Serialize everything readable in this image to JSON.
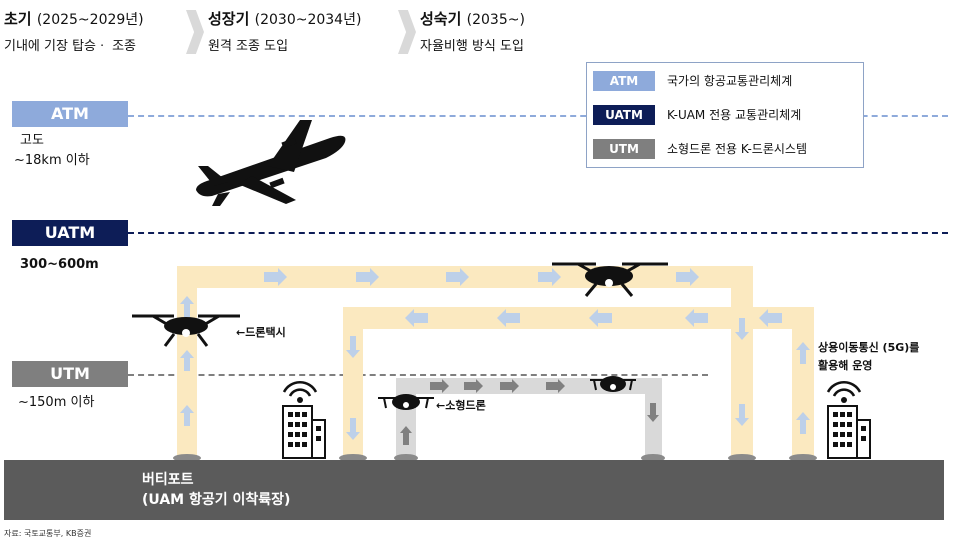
{
  "phases": [
    {
      "title": "초기",
      "years": "(2025~2029년)",
      "desc": "기내에 기장 탑승ㆍ 조종"
    },
    {
      "title": "성장기",
      "years": "(2030~2034년)",
      "desc": "원격 조종 도입"
    },
    {
      "title": "성숙기",
      "years": "(2035~)",
      "desc": "자율비행 방식 도입"
    }
  ],
  "altitudes": {
    "atm": {
      "tag": "ATM",
      "label1": "고도",
      "label2": "~18km 이하"
    },
    "uatm": {
      "tag": "UATM",
      "label1": "300~600m"
    },
    "utm": {
      "tag": "UTM",
      "label1": "~150m 이하"
    }
  },
  "legend": [
    {
      "tag": "ATM",
      "label": "국가의 항공교통관리체계",
      "color": "#8eaadb"
    },
    {
      "tag": "UATM",
      "label": "K-UAM 전용 교통관리체계",
      "color": "#0d1d57"
    },
    {
      "tag": "UTM",
      "label": "소형드론 전용 K-드론시스템",
      "color": "#7f7f7f"
    }
  ],
  "notes": {
    "drone_taxi": "←드론택시",
    "small_drone": "←소형드론",
    "comm_line1": "상용이동통신 (5G)를",
    "comm_line2": "활용해 운영"
  },
  "ground": {
    "line1": "버티포트",
    "line2": "(UAM 항공기 이착륙장)"
  },
  "source": "자료: 국토교통부, KB증권",
  "colors": {
    "route": "#fbe9c0",
    "arrow": "#bdd0e9",
    "small_route": "#d9d9d9",
    "small_arrow": "#808080",
    "ground": "#5b5b5b"
  }
}
